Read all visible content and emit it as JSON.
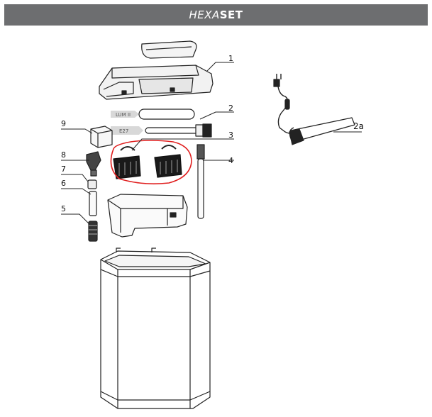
{
  "header": {
    "brand_part1": "HEXA",
    "brand_part2": "SET"
  },
  "callouts": {
    "n1": "1",
    "n2": "2",
    "n3": "3",
    "n4": "4",
    "n5": "5",
    "n6": "6",
    "n7": "7",
    "n8": "8",
    "n9": "9",
    "n2a": "2a"
  },
  "labels": {
    "lum": "LUM II",
    "e27": "E27"
  },
  "colors": {
    "banner": "#6d6e70",
    "line": "#222222",
    "highlight": "#e02020",
    "media": "#1a1a1a"
  }
}
